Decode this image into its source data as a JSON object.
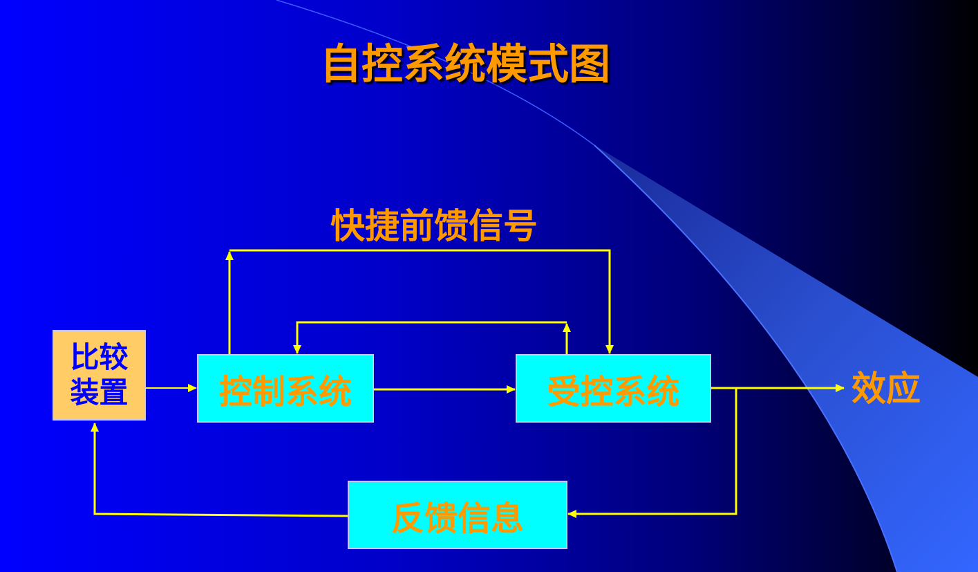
{
  "title": "自控系统模式图",
  "feedforward_label": "快捷前馈信号",
  "effect_label": "效应",
  "boxes": {
    "comparator_line1": "比较",
    "comparator_line2": "装置",
    "control_system": "控制系统",
    "controlled_system": "受控系统",
    "feedback_info": "反馈信息"
  },
  "colors": {
    "arrow": "#ffff00",
    "text": "#ff9900",
    "box": "#00ffff",
    "comparator": "#ffcc66"
  }
}
